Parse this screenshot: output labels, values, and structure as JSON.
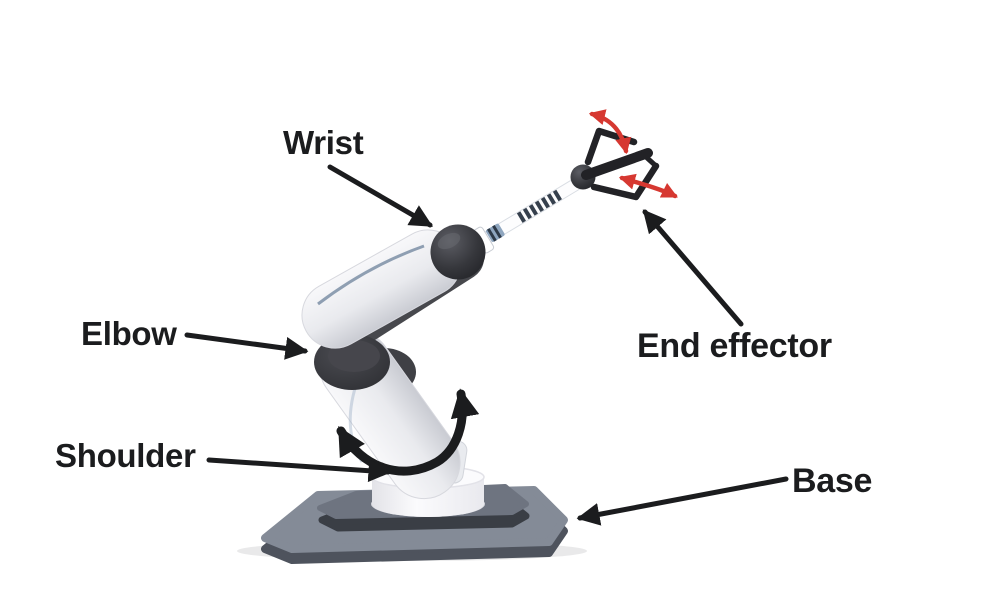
{
  "diagram": {
    "background_color": "#ffffff",
    "labels": {
      "wrist": "Wrist",
      "elbow": "Elbow",
      "shoulder": "Shoulder",
      "end_effector": "End effector",
      "base": "Base"
    },
    "colors": {
      "background_color": "#ffffff",
      "label_text": "#1b1c1e",
      "pointer_arrows": "#1b1c1e",
      "rotation_arrow_shoulder": "#1b1c1e",
      "rotation_arrows_end_effector": "#d63831",
      "arm_shell": "#ecedf1",
      "joints": "#323338",
      "base_platform": "#848b97",
      "base_platform_side": "#4e535d",
      "base_inner_plate": "#3a3e45",
      "pedestal": "#f4f4f7"
    }
  }
}
